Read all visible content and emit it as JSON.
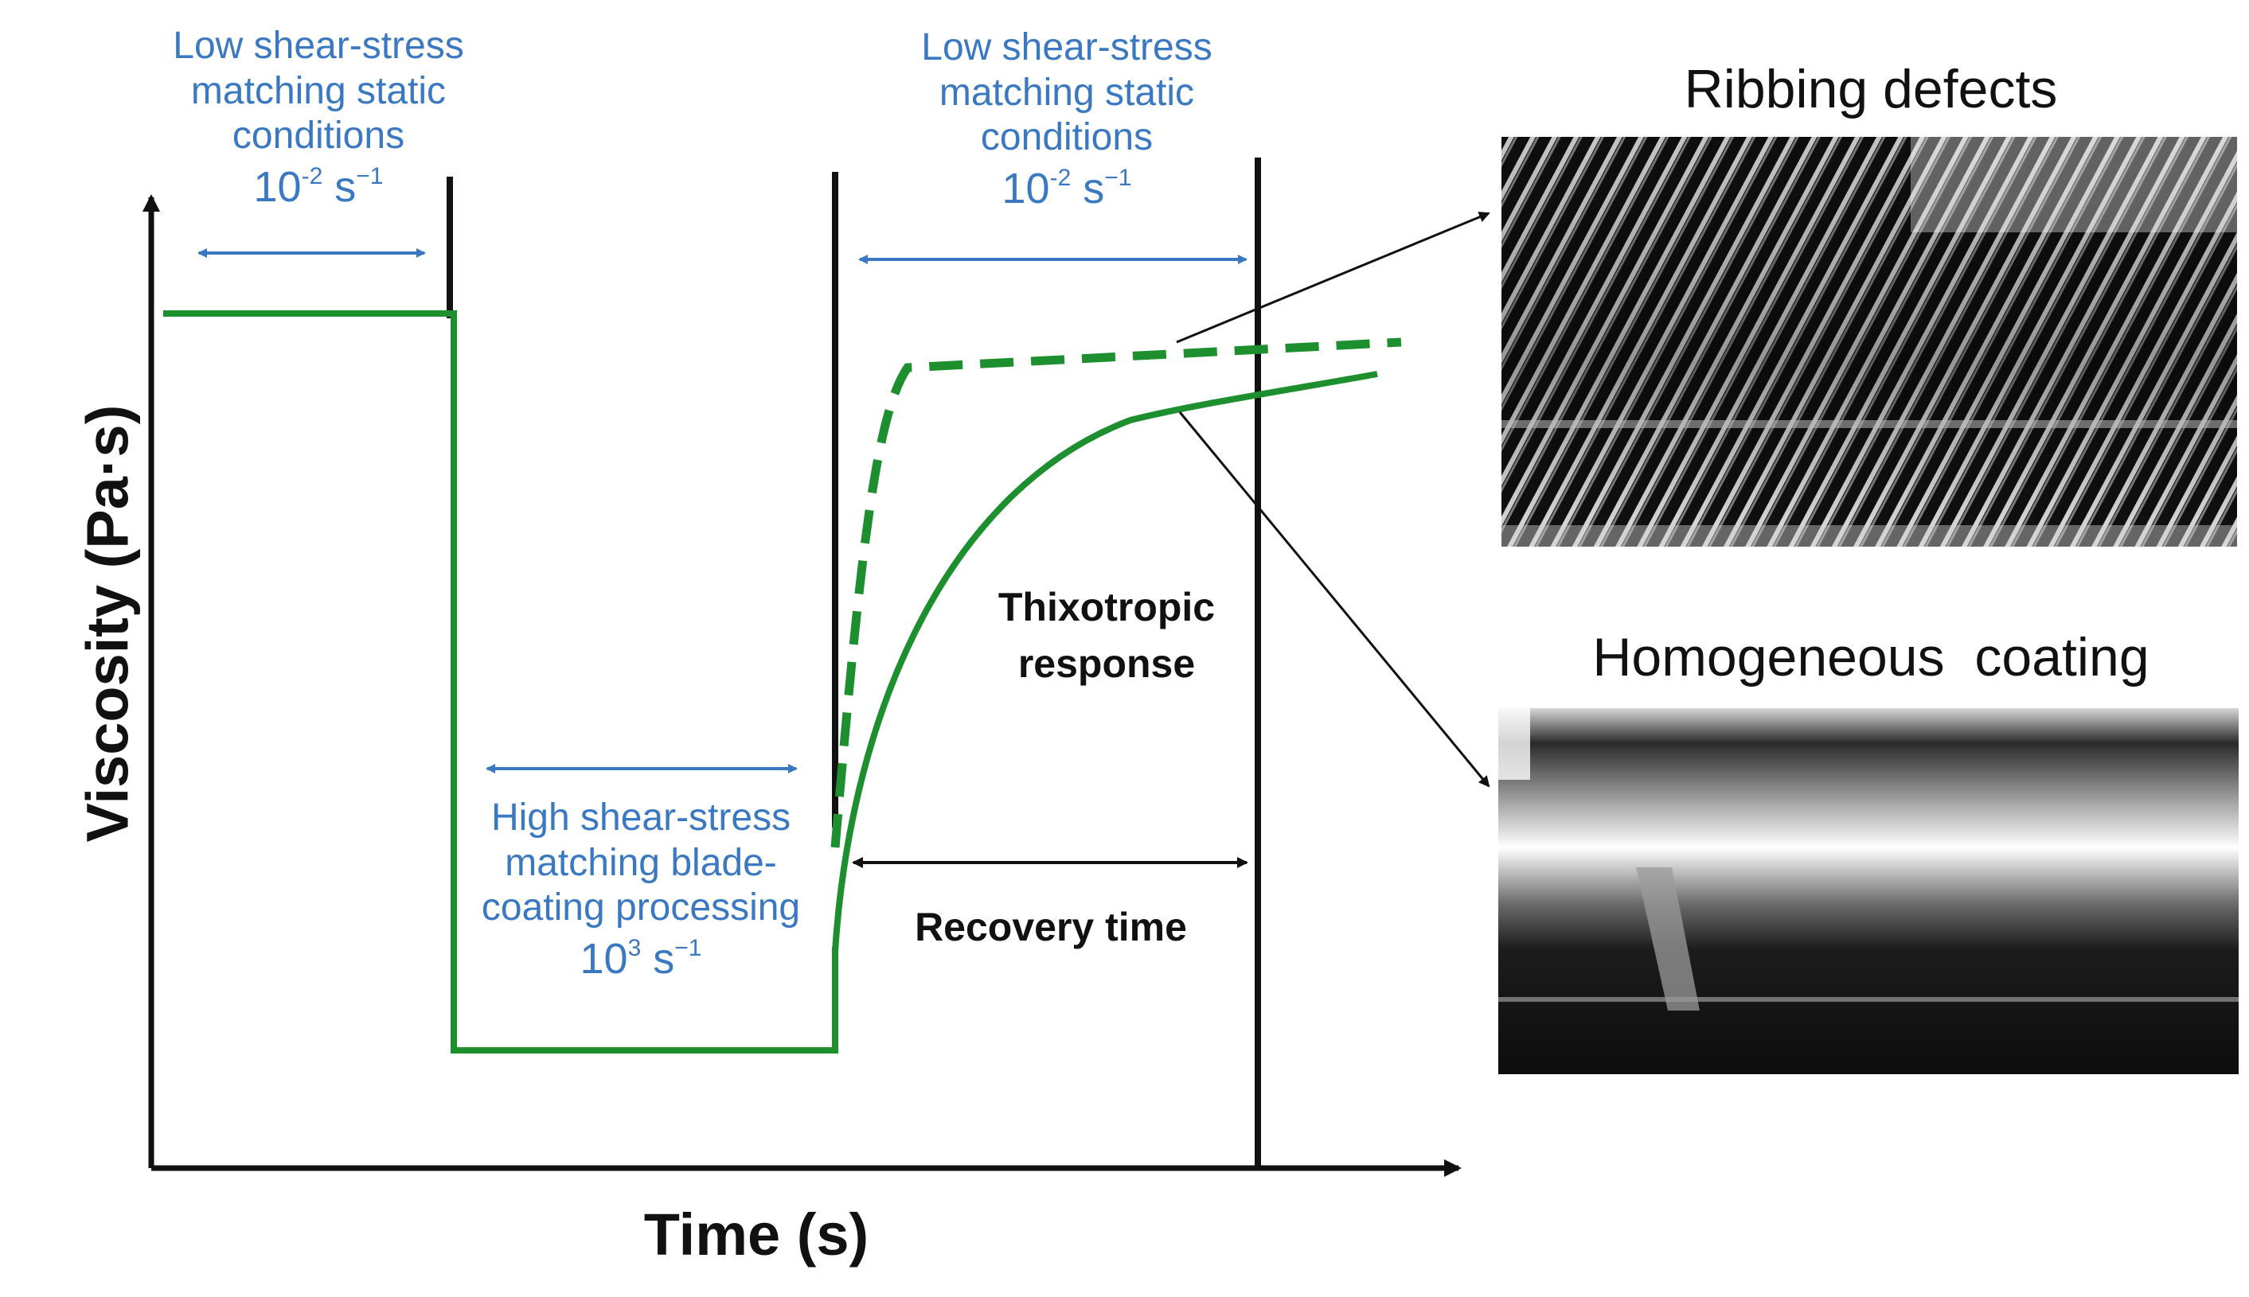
{
  "colors": {
    "accent_blue": "#3a78c2",
    "curve_green": "#1e8f2e",
    "axis_black": "#111111"
  },
  "labels": {
    "low_shear_left": [
      "Low shear-stress",
      "matching static",
      "conditions"
    ],
    "low_shear_left_rate": {
      "base": "10",
      "exp": "-2",
      "unit": "s",
      "unit_exp": "−1"
    },
    "low_shear_right": [
      "Low shear-stress",
      "matching static",
      "conditions"
    ],
    "low_shear_right_rate": {
      "base": "10",
      "exp": "-2",
      "unit": "s",
      "unit_exp": "−1"
    },
    "high_shear": [
      "High shear-stress",
      "matching blade-",
      "coating processing"
    ],
    "high_shear_rate": {
      "base": "10",
      "exp": "3",
      "unit": "s",
      "unit_exp": "−1"
    },
    "thixotropic": [
      "Thixotropic",
      "response"
    ],
    "recovery": "Recovery time"
  },
  "axes": {
    "y_label": "Viscosity (Pa·s)",
    "x_label": "Time (s)"
  },
  "panels": {
    "top_title": "Ribbing defects",
    "bottom_title": "Homogeneous  coating"
  }
}
